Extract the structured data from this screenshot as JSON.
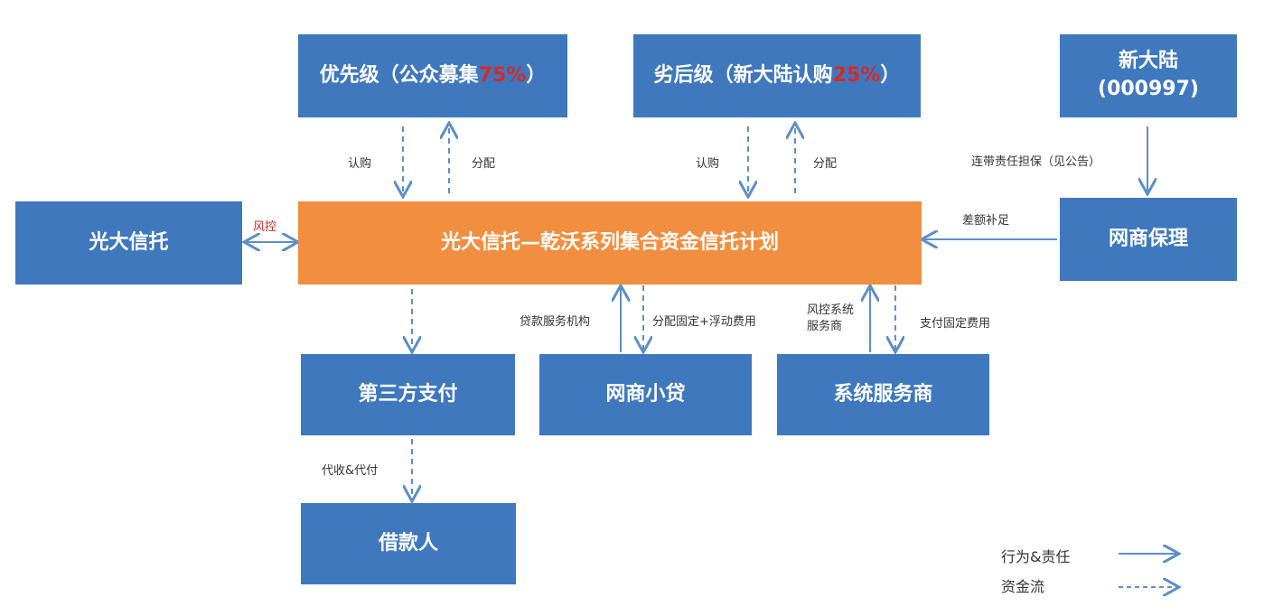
{
  "boxes": {
    "senior": {
      "text": "优先级（公众募集",
      "pct": "75%",
      "close": "）"
    },
    "junior": {
      "text": "劣后级（新大陆认购",
      "pct": "25%",
      "close": "）"
    },
    "xindalu": {
      "line1": "新大陆",
      "line2": "(000997)"
    },
    "everbright": "光大信托",
    "plan": "光大信托—乾沃系列集合资金信托计划",
    "factoring": "网商保理",
    "payment": "第三方支付",
    "loan": "网商小贷",
    "system": "系统服务商",
    "borrower": "借款人"
  },
  "labels": {
    "subscribe1": "认购",
    "distribute1": "分配",
    "subscribe2": "认购",
    "distribute2": "分配",
    "risk": "风控",
    "guarantee": "连带责任担保（见公告）",
    "shortfall": "差额补足",
    "servicer": "贷款服务机构",
    "fees": "分配固定+浮动费用",
    "risk_system1": "风控系统",
    "risk_system2": "服务商",
    "fixed_fee": "支付固定费用",
    "collect": "代收&代付"
  },
  "legend": {
    "behavior": "行为&责任",
    "funds": "资金流"
  },
  "colors": {
    "box": "#3f78bd",
    "plan": "#f28e3f",
    "arrow": "#5b8fc7",
    "highlight": "#d32a2a"
  }
}
